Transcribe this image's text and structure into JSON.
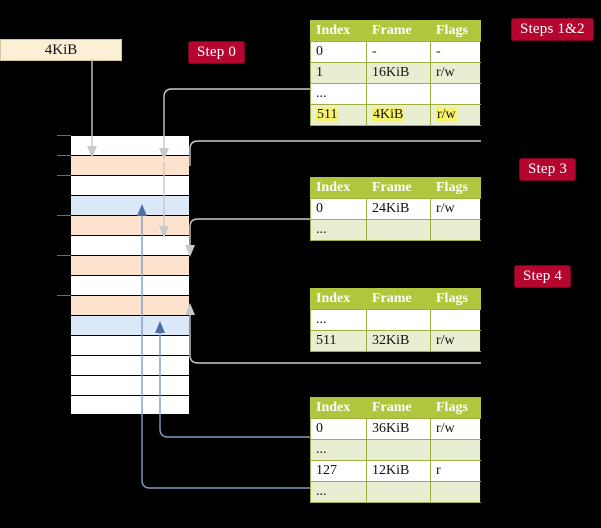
{
  "diagram": {
    "title_hidden": "",
    "colors": {
      "badge_bg": "#b4062f",
      "badge_fg": "#ffffff",
      "table_header_bg": "#b0c63c",
      "table_alt_row": "#e8eed2",
      "highlight": "#f7f36a",
      "source_box_bg": "#fbefd5",
      "memory_orange": "#fde3cd",
      "memory_blue": "#dbe8f7",
      "wire_grey": "#c9c9c9",
      "wire_blue": "#7e9cc4",
      "background": "#000000"
    }
  },
  "badges": [
    {
      "id": "step0",
      "label": "Step 0"
    },
    {
      "id": "steps12",
      "label": "Steps 1&2"
    },
    {
      "id": "step3",
      "label": "Step 3"
    },
    {
      "id": "step4",
      "label": "Step 4"
    }
  ],
  "source_box": {
    "label": "4KiB"
  },
  "tables": [
    {
      "id": "table-level4",
      "headers": [
        "Index",
        "Frame",
        "Flags"
      ],
      "rows": [
        {
          "cells": [
            "0",
            "-",
            "-"
          ],
          "alt": false,
          "highlight": false
        },
        {
          "cells": [
            "1",
            "16KiB",
            "r/w"
          ],
          "alt": true,
          "highlight": false
        },
        {
          "cells": [
            "...",
            "",
            ""
          ],
          "alt": false,
          "highlight": false
        },
        {
          "cells": [
            "511",
            "4KiB",
            "r/w"
          ],
          "alt": true,
          "highlight": true
        }
      ]
    },
    {
      "id": "table-level3",
      "headers": [
        "Index",
        "Frame",
        "Flags"
      ],
      "rows": [
        {
          "cells": [
            "0",
            "24KiB",
            "r/w"
          ],
          "alt": false,
          "highlight": false
        },
        {
          "cells": [
            "...",
            "",
            ""
          ],
          "alt": true,
          "highlight": false
        }
      ]
    },
    {
      "id": "table-level2",
      "headers": [
        "Index",
        "Frame",
        "Flags"
      ],
      "rows": [
        {
          "cells": [
            "...",
            "",
            ""
          ],
          "alt": false,
          "highlight": false
        },
        {
          "cells": [
            "511",
            "32KiB",
            "r/w"
          ],
          "alt": true,
          "highlight": false
        }
      ]
    },
    {
      "id": "table-level1",
      "headers": [
        "Index",
        "Frame",
        "Flags"
      ],
      "rows": [
        {
          "cells": [
            "0",
            "36KiB",
            "r/w"
          ],
          "alt": false,
          "highlight": false
        },
        {
          "cells": [
            "...",
            "",
            ""
          ],
          "alt": true,
          "highlight": false
        },
        {
          "cells": [
            "127",
            "12KiB",
            "r"
          ],
          "alt": false,
          "highlight": false
        },
        {
          "cells": [
            "...",
            "",
            ""
          ],
          "alt": true,
          "highlight": false
        }
      ]
    }
  ],
  "memory_column": {
    "label": "physical-memory-frames",
    "rows": [
      {
        "fill": "white",
        "tick": true
      },
      {
        "fill": "orange",
        "tick": true
      },
      {
        "fill": "white",
        "tick": true
      },
      {
        "fill": "blue",
        "tick": false
      },
      {
        "fill": "orange",
        "tick": true
      },
      {
        "fill": "white",
        "tick": false
      },
      {
        "fill": "orange",
        "tick": true
      },
      {
        "fill": "white",
        "tick": false
      },
      {
        "fill": "orange",
        "tick": true
      },
      {
        "fill": "blue",
        "tick": false
      },
      {
        "fill": "white",
        "tick": false
      },
      {
        "fill": "white",
        "tick": false
      },
      {
        "fill": "white",
        "tick": false
      },
      {
        "fill": "white",
        "tick": false
      }
    ]
  }
}
